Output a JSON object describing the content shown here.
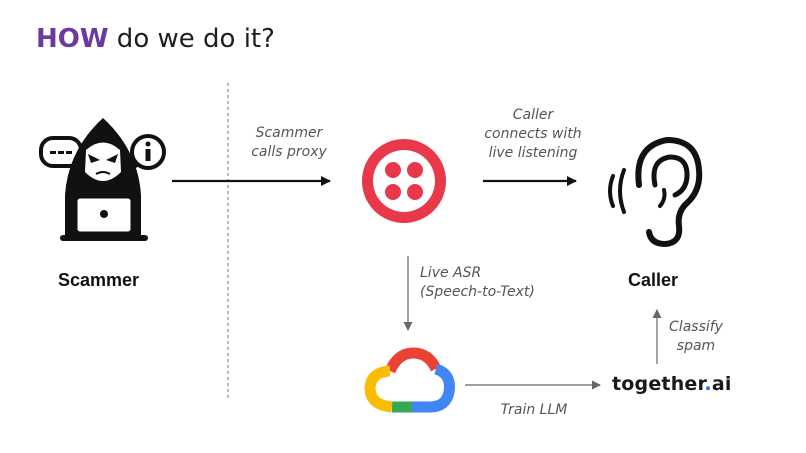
{
  "title": {
    "highlight": "HOW",
    "rest": " do we do it?"
  },
  "nodes": {
    "scammer": {
      "label": "Scammer",
      "icon": "hacker-icon"
    },
    "proxy": {
      "icon": "twilio-logo-icon",
      "color": "#e8384a"
    },
    "caller": {
      "label": "Caller",
      "icon": "ear-icon"
    },
    "cloud": {
      "icon": "google-cloud-logo-icon"
    },
    "together": {
      "name": "together",
      "dot": ".",
      "suffix": "ai"
    }
  },
  "edges": {
    "scammer_to_proxy": {
      "line1": "Scammer",
      "line2": "calls proxy"
    },
    "proxy_to_caller": {
      "line1": "Caller",
      "line2": "connects with",
      "line3": "live listening"
    },
    "proxy_to_cloud": {
      "line1": "Live ASR",
      "line2": "(Speech-to-Text)"
    },
    "cloud_to_together": {
      "line1": "Train LLM"
    },
    "together_to_caller": {
      "line1": "Classify",
      "line2": "spam"
    }
  },
  "colors": {
    "highlight": "#6a3aa0",
    "twilio": "#e8384a",
    "google_red": "#ea4335",
    "google_blue": "#4285f4",
    "google_yellow": "#fbbc05",
    "google_green": "#34a853"
  }
}
